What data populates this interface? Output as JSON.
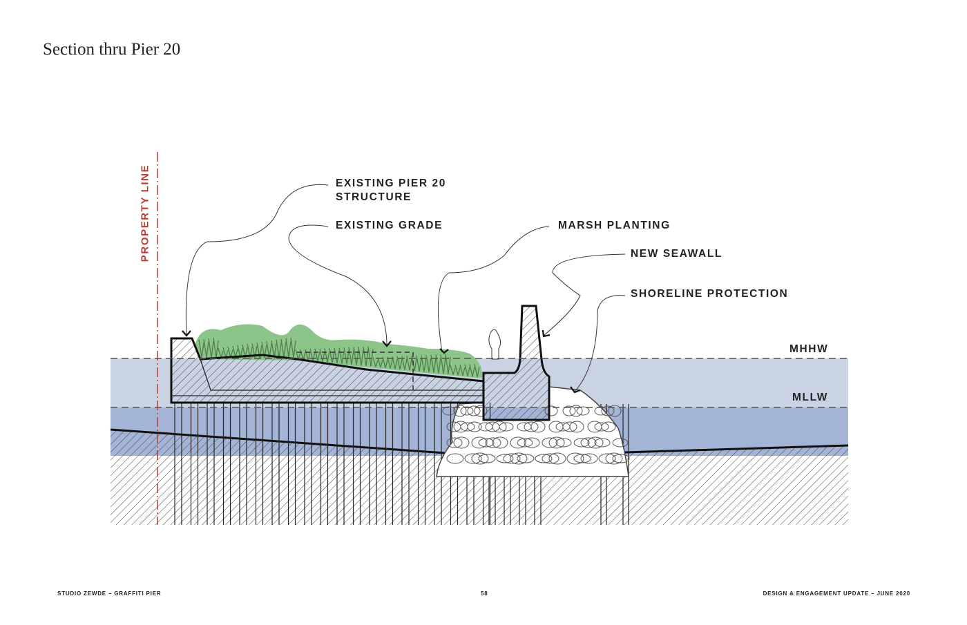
{
  "title": "Section thru Pier 20",
  "labels": {
    "property_line": "PROPERTY LINE",
    "existing_pier_line1": "EXISTING PIER 20",
    "existing_pier_line2": "STRUCTURE",
    "existing_grade": "EXISTING GRADE",
    "marsh_planting": "MARSH PLANTING",
    "new_seawall": "NEW SEAWALL",
    "shoreline_protection": "SHORELINE PROTECTION",
    "mhhw": "MHHW",
    "mllw": "MLLW"
  },
  "colors": {
    "water_high": "#c9d3e4",
    "water_low": "#a3b4d6",
    "planting": "#8cc48a",
    "property_line": "#c0392b"
  },
  "footer": {
    "left": "STUDIO ZEWDE  –  GRAFFITI PIER",
    "page": "58",
    "right": "DESIGN & ENGAGEMENT UPDATE  – JUNE 2020"
  }
}
